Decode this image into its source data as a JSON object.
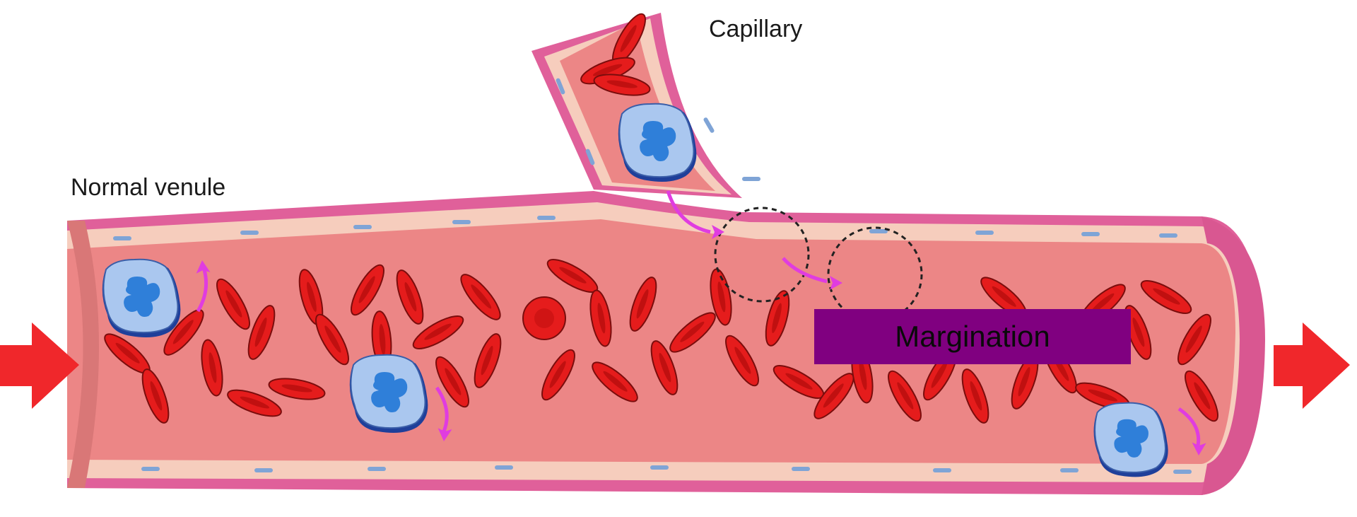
{
  "labels": {
    "capillary": "Capillary",
    "normal_venule": "Normal venule",
    "margination": "Margination"
  },
  "colors": {
    "vessel_wall": "#e0609a",
    "endothelium": "#f6cdbd",
    "endothelial_nucleus": "#7fa4d6",
    "lumen": "#ec8686",
    "red_blood_cell": "#e51c1c",
    "leukocyte": "#aac7ef",
    "leukocyte_nucleus": "#2f7fd9",
    "migration_arrow": "#e03ce0",
    "flow_arrow": "#f0272b",
    "margination_box": "#800080"
  }
}
